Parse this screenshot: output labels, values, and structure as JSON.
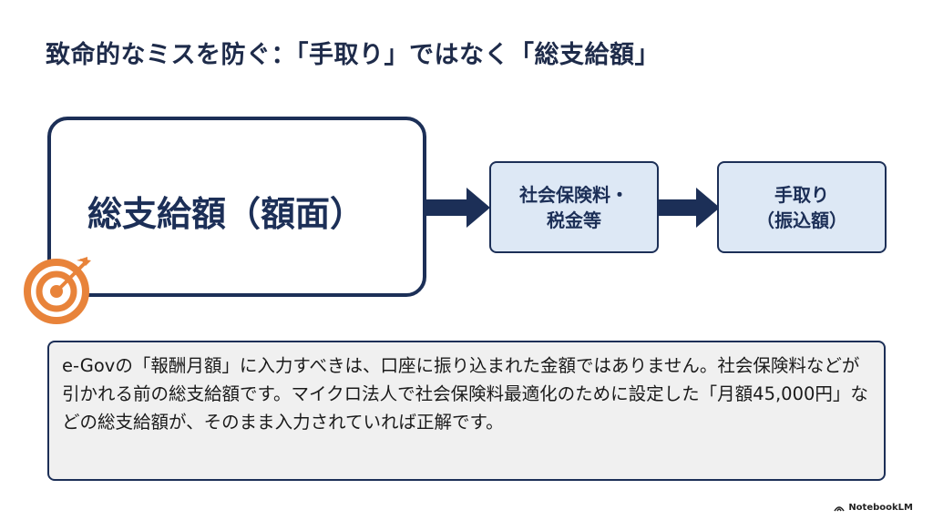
{
  "slide": {
    "title": "致命的なミスを防ぐ：「手取り」ではなく「総支給額」"
  },
  "flow": {
    "main_box": "総支給額（額面）",
    "deduction_box": "社会保険料・\n税金等",
    "net_box": "手取り\n（振込額）"
  },
  "note": {
    "text": "e-Govの「報酬月額」に入力すべきは、口座に振り込まれた金額ではありません。社会保険料などが引かれる前の総支給額です。マイクロ法人で社会保険料最適化のために設定した「月額45,000円」などの総支給額が、そのまま入力されていれば正解です。"
  },
  "brand": {
    "label": "NotebookLM"
  },
  "colors": {
    "navy": "#1c2f57",
    "light_blue": "#dde8f5",
    "orange": "#e8833a",
    "note_bg": "#f0f0f0"
  },
  "icons": [
    "target-icon",
    "arrow-right-icon",
    "notebooklm-logo-icon"
  ]
}
